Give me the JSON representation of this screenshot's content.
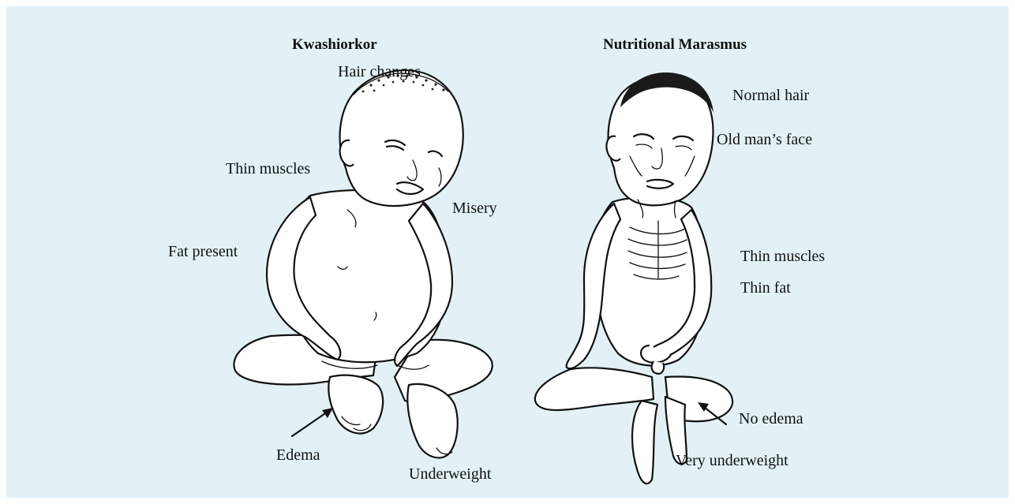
{
  "kwashiorkor": {
    "title": "Kwashiorkor",
    "labels": {
      "hair": "Hair changes",
      "muscles": "Thin muscles",
      "misery": "Misery",
      "fat": "Fat present",
      "edema": "Edema",
      "weight": "Underweight"
    }
  },
  "marasmus": {
    "title": "Nutritional Marasmus",
    "labels": {
      "hair": "Normal hair",
      "face": "Old man’s face",
      "muscles": "Thin muscles",
      "fat": "Thin fat",
      "edema": "No edema",
      "weight": "Very underweight"
    }
  },
  "colors": {
    "panel": "#e3f1f6",
    "ink": "#111111"
  }
}
